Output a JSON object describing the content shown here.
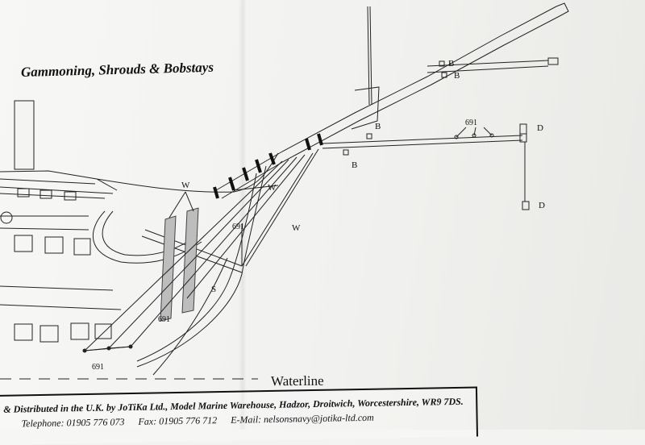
{
  "page": {
    "title": "Gammoning, Shrouds & Bobstays",
    "waterline_label": "Waterline"
  },
  "labels": {
    "w": "W",
    "s": "S",
    "b": "B",
    "d": "D",
    "num_691": "691"
  },
  "footer": {
    "distributor": "& Distributed in the U.K. by JoTiKa Ltd., Model Marine Warehouse, Hadzor, Droitwich, Worcestershire, WR9 7DS.",
    "telephone": "Telephone: 01905 776 073",
    "fax": "Fax: 01905 776 712",
    "email": "E-Mail: nelsonsnavy@jotika-ltd.com"
  }
}
